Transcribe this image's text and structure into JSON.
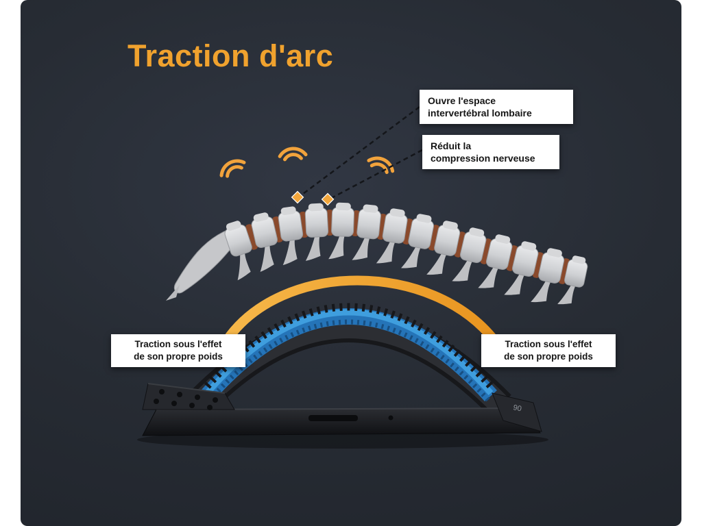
{
  "title": {
    "text": "Traction d'arc"
  },
  "callouts": [
    {
      "name": "open-intervertebral-space",
      "lines": [
        "Ouvre l'espace",
        "intervertébral lombaire"
      ]
    },
    {
      "name": "reduce-nerve-compression",
      "lines": [
        "Réduit la",
        "compression nerveuse"
      ]
    }
  ],
  "weight_labels": [
    {
      "side": "left",
      "lines": [
        "Traction sous l'effet",
        "de son propre poids"
      ]
    },
    {
      "side": "right",
      "lines": [
        "Traction sous l'effet",
        "de son propre poids"
      ]
    }
  ],
  "device": {
    "marking": "90"
  },
  "icons": {
    "diamond_marker": "◆",
    "vibration_waves": "〜",
    "traction_arrow": "⌒"
  },
  "colors": {
    "background": "#272C34",
    "accent_orange": "#F2A33C",
    "pad_blue": "#2F8FD4",
    "disc_brown": "#8A4A2C",
    "bone_gray": "#D6D7D9",
    "label_bg": "#FFFFFF",
    "label_text": "#151515"
  }
}
